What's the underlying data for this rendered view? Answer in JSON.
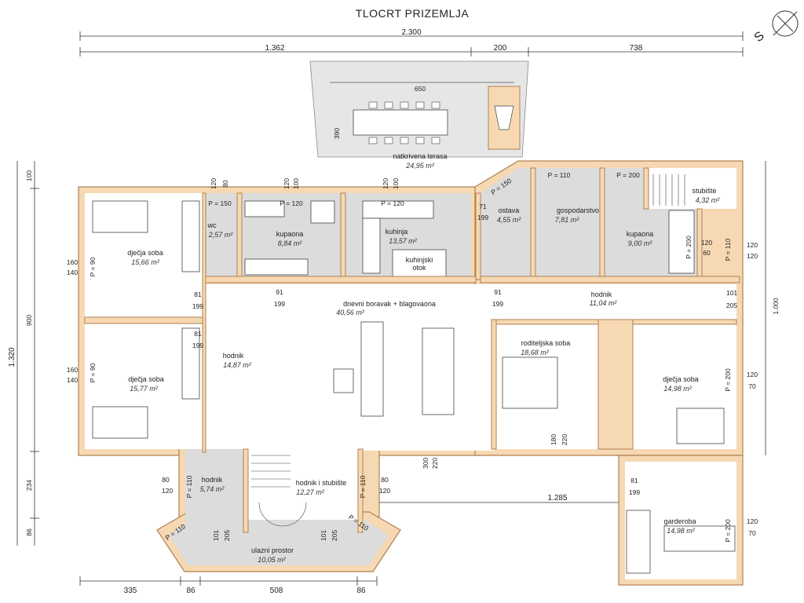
{
  "title": "TLOCRT PRIZEMLJA",
  "compass": "S",
  "dimensions_top": {
    "total": "2.300",
    "segments": [
      "1.362",
      "200",
      "738"
    ],
    "terrace_width": "650",
    "terrace_depth": "390"
  },
  "dimensions_left": {
    "total": "1.320",
    "segments": [
      "100",
      "900",
      "234",
      "86"
    ]
  },
  "dimensions_right": {
    "total": "1.000"
  },
  "dimensions_bottom": {
    "segments": [
      "335",
      "86",
      "508",
      "86"
    ],
    "inner": "1.285"
  },
  "rooms": [
    {
      "id": "natkrivena-terasa",
      "name": "natkrivena terasa",
      "area": "24,95 m²"
    },
    {
      "id": "djecja-soba-1",
      "name": "dječja soba",
      "area": "15,66 m²"
    },
    {
      "id": "wc",
      "name": "wc",
      "area": "2,57 m²"
    },
    {
      "id": "kupaona-1",
      "name": "kupaona",
      "area": "8,84 m²"
    },
    {
      "id": "kuhinja",
      "name": "kuhinja",
      "area": "13,57 m²"
    },
    {
      "id": "ostava",
      "name": "ostava",
      "area": "4,55 m²"
    },
    {
      "id": "gospodarstvo",
      "name": "gospodarstvo",
      "area": "7,81 m²"
    },
    {
      "id": "kupaona-2",
      "name": "kupaona",
      "area": "9,00 m²"
    },
    {
      "id": "stubiste",
      "name": "stubište",
      "area": "4,32 m²"
    },
    {
      "id": "dnevni-boravak",
      "name": "dnevni boravak + blagovaona",
      "area": "40,56 m²"
    },
    {
      "id": "hodnik-1",
      "name": "hodnik",
      "area": "11,04 m²"
    },
    {
      "id": "hodnik-2",
      "name": "hodnik",
      "area": "14,87 m²"
    },
    {
      "id": "djecja-soba-2",
      "name": "dječja soba",
      "area": "15,77 m²"
    },
    {
      "id": "roditeljska-soba",
      "name": "roditeljska soba",
      "area": "18,68 m²"
    },
    {
      "id": "djecja-soba-3",
      "name": "dječja soba",
      "area": "14,98 m²"
    },
    {
      "id": "hodnik-3",
      "name": "hodnik",
      "area": "5,74 m²"
    },
    {
      "id": "hodnik-stubiste",
      "name": "hodnik i stubište",
      "area": "12,27 m²"
    },
    {
      "id": "ulazni-prostor",
      "name": "ulazni prostor",
      "area": "10,05 m²"
    },
    {
      "id": "garderoba",
      "name": "garderoba",
      "area": "14,98 m²"
    }
  ],
  "kitchen_island": [
    "kuhinjski",
    "otok"
  ],
  "window_labels": {
    "p150": "P = 150",
    "p120": "P = 120",
    "p110": "P = 110",
    "p200": "P = 200",
    "p90": "P = 90"
  },
  "opening_numbers": {
    "n120": "120",
    "n80": "80",
    "n100": "100",
    "n71": "71",
    "n199": "199",
    "n81": "81",
    "n91": "91",
    "n101": "101",
    "n205": "205",
    "n160": "160",
    "n140": "140",
    "n70": "70",
    "n180": "180",
    "n220": "220",
    "n300": "300",
    "n60": "60"
  }
}
